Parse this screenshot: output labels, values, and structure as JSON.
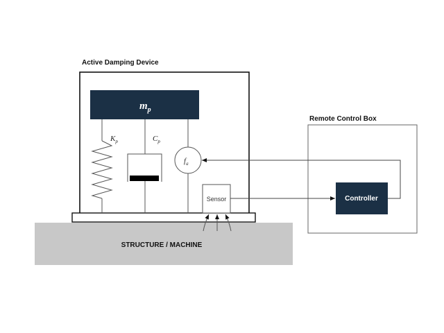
{
  "device": {
    "title": "Active Damping Device",
    "mass_symbol": "m",
    "mass_subscript": "p",
    "spring_symbol": "K",
    "spring_subscript": "p",
    "damper_symbol": "C",
    "damper_subscript": "p",
    "actuator_symbol": "f",
    "actuator_subscript": "a",
    "sensor_label": "Sensor"
  },
  "remote": {
    "title": "Remote Control Box",
    "controller_label": "Controller"
  },
  "structure": {
    "label": "STRUCTURE / MACHINE"
  },
  "colors": {
    "navy": "#1b3045",
    "structure_gray": "#c8c8c8",
    "line": "#333333"
  }
}
